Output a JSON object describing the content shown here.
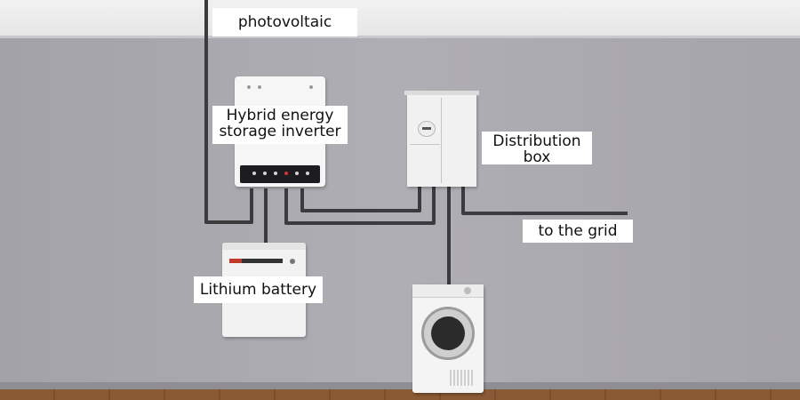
{
  "labels": {
    "photovoltaic": "photovoltaic",
    "inverter": "Hybrid energy storage inverter",
    "distribution_box": "Distribution box",
    "grid": "to the grid",
    "battery": "Lithium battery"
  },
  "colors": {
    "wall": "#a6a5ab",
    "ceiling": "#ececed",
    "cable": "#3b3b3d",
    "label_bg": "#ffffff",
    "floor": "#8a5a34"
  }
}
